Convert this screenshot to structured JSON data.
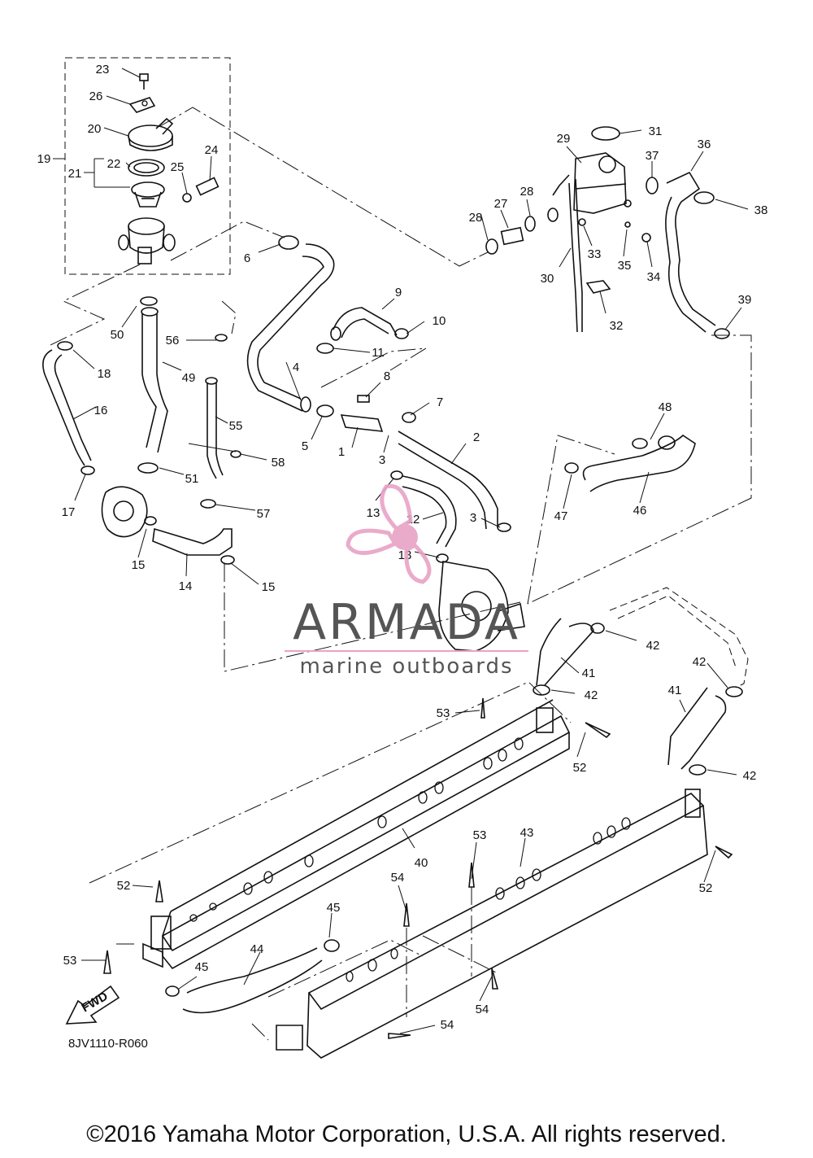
{
  "diagram": {
    "callouts": [
      {
        "num": "1"
      },
      {
        "num": "2"
      },
      {
        "num": "3"
      },
      {
        "num": "3"
      },
      {
        "num": "4"
      },
      {
        "num": "5"
      },
      {
        "num": "6"
      },
      {
        "num": "7"
      },
      {
        "num": "8"
      },
      {
        "num": "9"
      },
      {
        "num": "10"
      },
      {
        "num": "11"
      },
      {
        "num": "12"
      },
      {
        "num": "13"
      },
      {
        "num": "13"
      },
      {
        "num": "14"
      },
      {
        "num": "15"
      },
      {
        "num": "15"
      },
      {
        "num": "16"
      },
      {
        "num": "17"
      },
      {
        "num": "18"
      },
      {
        "num": "19"
      },
      {
        "num": "20"
      },
      {
        "num": "21"
      },
      {
        "num": "22"
      },
      {
        "num": "23"
      },
      {
        "num": "24"
      },
      {
        "num": "25"
      },
      {
        "num": "26"
      },
      {
        "num": "27"
      },
      {
        "num": "28"
      },
      {
        "num": "28"
      },
      {
        "num": "29"
      },
      {
        "num": "30"
      },
      {
        "num": "31"
      },
      {
        "num": "32"
      },
      {
        "num": "33"
      },
      {
        "num": "34"
      },
      {
        "num": "35"
      },
      {
        "num": "36"
      },
      {
        "num": "37"
      },
      {
        "num": "38"
      },
      {
        "num": "39"
      },
      {
        "num": "40"
      },
      {
        "num": "41"
      },
      {
        "num": "41"
      },
      {
        "num": "42"
      },
      {
        "num": "42"
      },
      {
        "num": "42"
      },
      {
        "num": "42"
      },
      {
        "num": "43"
      },
      {
        "num": "44"
      },
      {
        "num": "45"
      },
      {
        "num": "45"
      },
      {
        "num": "46"
      },
      {
        "num": "47"
      },
      {
        "num": "48"
      },
      {
        "num": "49"
      },
      {
        "num": "50"
      },
      {
        "num": "51"
      },
      {
        "num": "52"
      },
      {
        "num": "52"
      },
      {
        "num": "52"
      },
      {
        "num": "53"
      },
      {
        "num": "53"
      },
      {
        "num": "53"
      },
      {
        "num": "54"
      },
      {
        "num": "54"
      },
      {
        "num": "54"
      },
      {
        "num": "55"
      },
      {
        "num": "56"
      },
      {
        "num": "57"
      },
      {
        "num": "58"
      }
    ],
    "fwd_label": "FWD",
    "ref_code": "8JV1110-R060"
  },
  "watermark": {
    "brand": "ARMADA",
    "tagline": "marine outboards",
    "logo_color": "#e8a3c6"
  },
  "copyright": "©2016 Yamaha Motor Corporation, U.S.A. All rights reserved."
}
